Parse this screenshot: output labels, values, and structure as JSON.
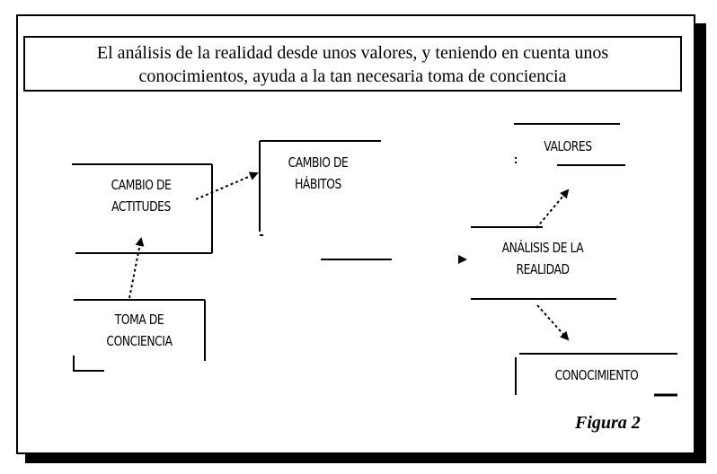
{
  "header": {
    "line1": "El análisis de la realidad desde unos valores, y teniendo en cuenta unos",
    "line2": "conocimientos, ayuda a la tan necesaria toma de conciencia"
  },
  "nodes": {
    "cambio_actitudes": {
      "line1": "CAMBIO DE",
      "line2": "ACTITUDES"
    },
    "cambio_habitos": {
      "line1": "CAMBIO DE",
      "line2": "HÁBITOS"
    },
    "valores": {
      "line1": "VALORES"
    },
    "analisis": {
      "line1": "ANÁLISIS DE LA",
      "line2": "REALIDAD"
    },
    "toma_conciencia": {
      "line1": "TOMA DE",
      "line2": "CONCIENCIA"
    },
    "conocimiento": {
      "line1": "CONOCIMIENTO"
    }
  },
  "caption": "Figura 2"
}
